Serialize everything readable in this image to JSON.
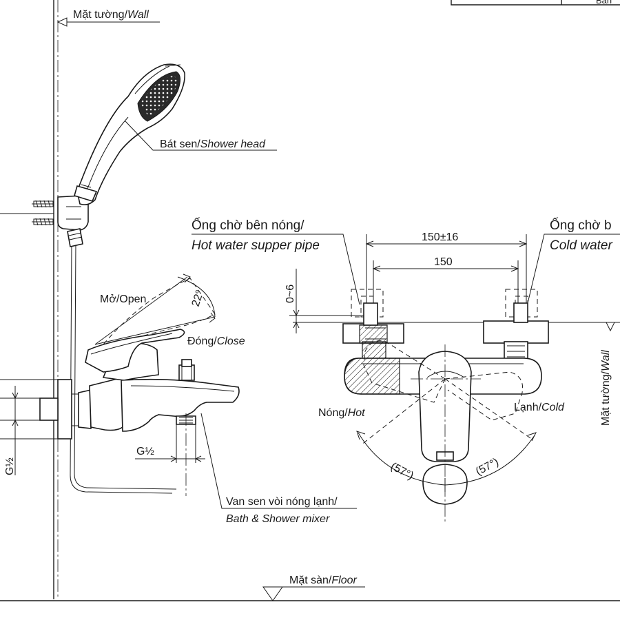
{
  "labels": {
    "wall_top": {
      "vi": "Mặt tường/",
      "en": "Wall"
    },
    "shower_head": {
      "vi": "Bát sen/",
      "en": "Shower head"
    },
    "open": {
      "text": "Mở/Open"
    },
    "close": {
      "vi": "Đóng/",
      "en": "Close"
    },
    "angle_22": "22°",
    "thread_g12_left": "G½",
    "thread_g12_mid": "G½",
    "mixer": {
      "vi": "Van sen vòi nóng lạnh/",
      "en": "Bath & Shower mixer"
    },
    "floor": {
      "vi": "Mặt sàn/",
      "en": "Floor"
    },
    "hot_pipe": {
      "vi": "Ống chờ bên nóng/",
      "en": "Hot water supper pipe"
    },
    "cold_pipe": {
      "vi": "Ống chờ b",
      "en": "Cold water"
    },
    "dim_150_16": "150±16",
    "dim_150": "150",
    "dim_0_6": "0~6",
    "wall_right": {
      "vi": "Mặt tường/",
      "en": "Wall"
    },
    "hot": {
      "vi": "Nóng/",
      "en": "Hot"
    },
    "cold": {
      "vi": "Lạnh/",
      "en": "Cold"
    },
    "angle_57_left": "(57°)",
    "angle_57_right": "(57°)",
    "title_block_fragment": "Bản"
  },
  "colors": {
    "line": "#1a1a1a",
    "background": "#ffffff"
  }
}
